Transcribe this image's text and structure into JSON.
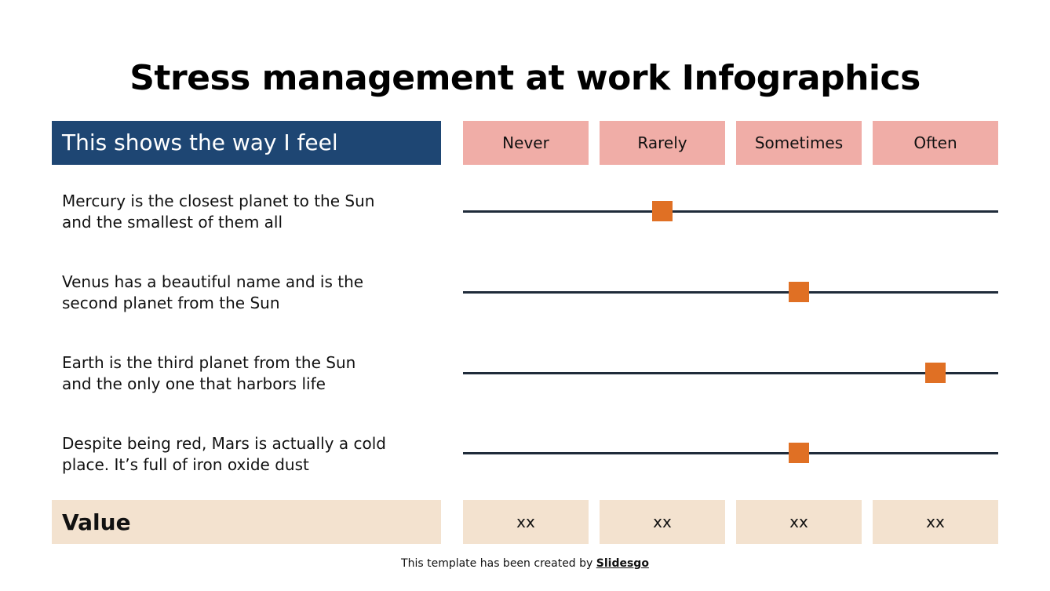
{
  "title": "Stress management at work Infographics",
  "header": {
    "label": "This shows the way I feel",
    "columns": [
      "Never",
      "Rarely",
      "Sometimes",
      "Often"
    ]
  },
  "rows": [
    {
      "line1": "Mercury is the closest planet to the Sun",
      "line2": "and the smallest of them all",
      "selected": "Rarely"
    },
    {
      "line1": "Venus has a beautiful name and is the",
      "line2": "second planet from the Sun",
      "selected": "Sometimes"
    },
    {
      "line1": "Earth is the third planet from the Sun",
      "line2": "and the only one that harbors life",
      "selected": "Often"
    },
    {
      "line1": "Despite being red, Mars is actually a cold",
      "line2": "place. It’s full of iron oxide dust",
      "selected": "Sometimes"
    }
  ],
  "value_row": {
    "label": "Value",
    "cells": [
      "xx",
      "xx",
      "xx",
      "xx"
    ]
  },
  "footer": {
    "prefix": "This template has been created by ",
    "brand": "Slidesgo"
  },
  "colors": {
    "header_blue": "#1e4673",
    "column_pink": "#f0ada7",
    "value_beige": "#f3e2cf",
    "marker_orange": "#e07024",
    "track_navy": "#1f2b3a"
  }
}
